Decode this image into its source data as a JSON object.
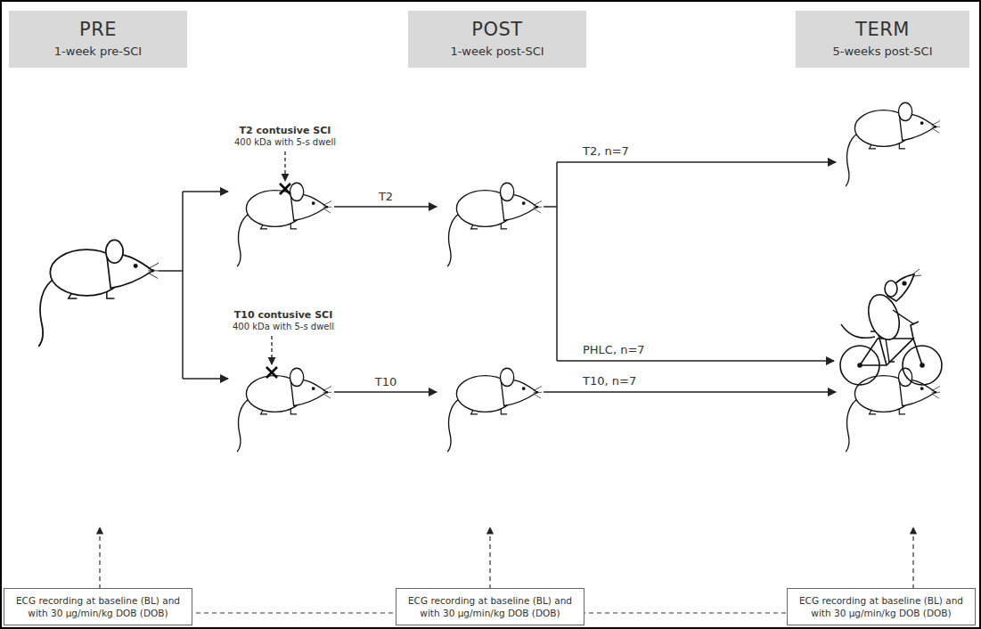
{
  "diagram": {
    "nodes": [
      {
        "text": [
          "PRE",
          "1-week pre-SCI"
        ]
      },
      {
        "text": [
          "POST",
          "1-week post-SCI"
        ]
      },
      {
        "text": [
          "TERM",
          "5-weeks post-SCI"
        ]
      },
      {
        "text": [
          "ECG recording at baseline (BL) and with 30 µg/min/kg DOB (DOB)"
        ]
      },
      {
        "text": [
          "ECG recording at baseline (BL) and with 30 µg/min/kg DOB (DOB)"
        ]
      },
      {
        "text": [
          "ECG recording at baseline (BL) and with 30 µg/min/kg DOB (DOB)"
        ]
      }
    ],
    "labels": [
      "T2 contusive SCI",
      "400 kDa with 5-s dwell",
      "T10 contusive SCI",
      "400 kDa with 5-s dwell",
      "T2",
      "T10",
      "T2, n=7",
      "PHLC, n=7",
      "T10, n=7"
    ]
  }
}
